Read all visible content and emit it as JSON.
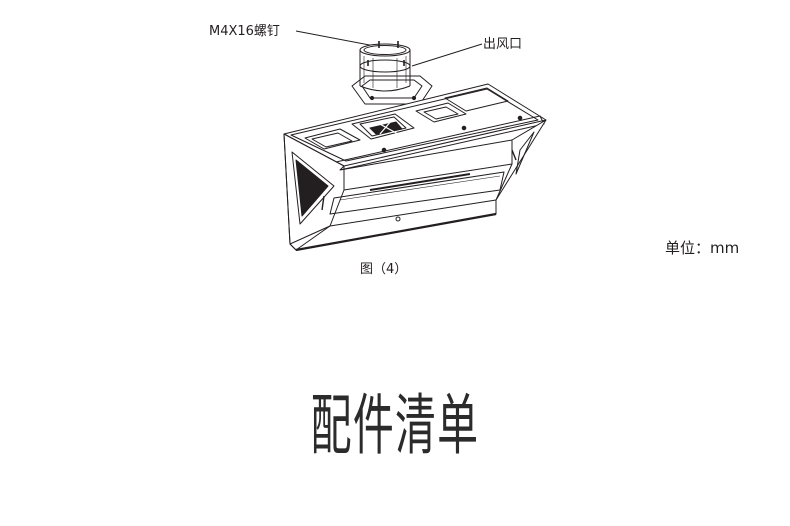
{
  "callouts": {
    "screw": "M4X16螺钉",
    "outlet": "出风口"
  },
  "figure_caption": "图（4）",
  "unit_note": "单位：mm",
  "section_title": "配件清单"
}
